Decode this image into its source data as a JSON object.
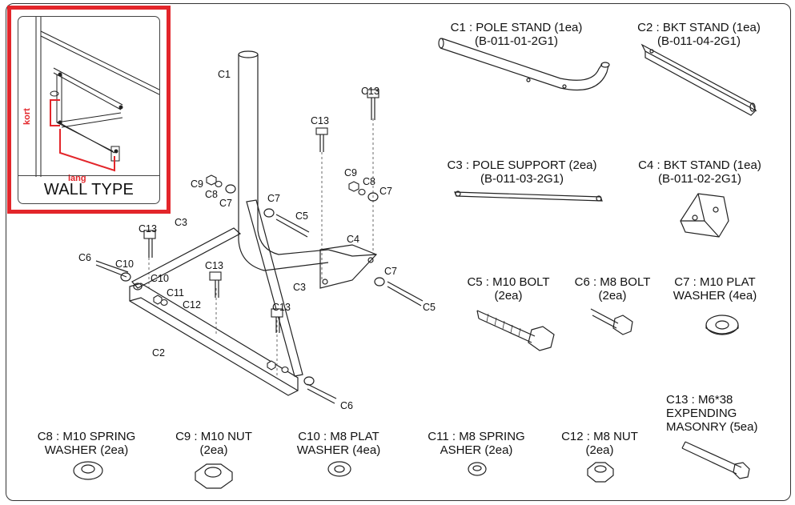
{
  "wall_type": {
    "title": "WALL TYPE",
    "short_label": "kort",
    "long_label": "lang"
  },
  "parts": [
    {
      "id": "c1",
      "line1": "C1 : POLE STAND (1ea)",
      "line2": "(B-011-01-2G1)"
    },
    {
      "id": "c2",
      "line1": "C2 : BKT STAND (1ea)",
      "line2": "(B-011-04-2G1)"
    },
    {
      "id": "c3",
      "line1": "C3 : POLE SUPPORT (2ea)",
      "line2": "(B-011-03-2G1)"
    },
    {
      "id": "c4",
      "line1": "C4 : BKT STAND (1ea)",
      "line2": "(B-011-02-2G1)"
    },
    {
      "id": "c5",
      "line1": "C5 : M10 BOLT",
      "line2": "(2ea)"
    },
    {
      "id": "c6",
      "line1": "C6 : M8 BOLT",
      "line2": "(2ea)"
    },
    {
      "id": "c7",
      "line1": "C7 : M10 PLAT",
      "line2": "WASHER (4ea)"
    },
    {
      "id": "c13",
      "line1": "C13 : M6*38",
      "line2": "EXPENDING",
      "line3": "MASONRY (5ea)"
    },
    {
      "id": "c8",
      "line1": "C8 : M10 SPRING",
      "line2": "WASHER (2ea)"
    },
    {
      "id": "c9",
      "line1": "C9 : M10 NUT",
      "line2": "(2ea)"
    },
    {
      "id": "c10",
      "line1": "C10 : M8 PLAT",
      "line2": "WASHER (4ea)"
    },
    {
      "id": "c11",
      "line1": "C11 : M8 SPRING",
      "line2": "ASHER (2ea)"
    },
    {
      "id": "c12",
      "line1": "C12 : M8 NUT",
      "line2": "(2ea)"
    }
  ],
  "callouts": {
    "c1": "C1",
    "c2": "C2",
    "c3": "C3",
    "c4": "C4",
    "c5": "C5",
    "c6": "C6",
    "c7": "C7",
    "c8": "C8",
    "c9": "C9",
    "c10": "C10",
    "c11": "C11",
    "c12": "C12",
    "c13": "C13"
  }
}
